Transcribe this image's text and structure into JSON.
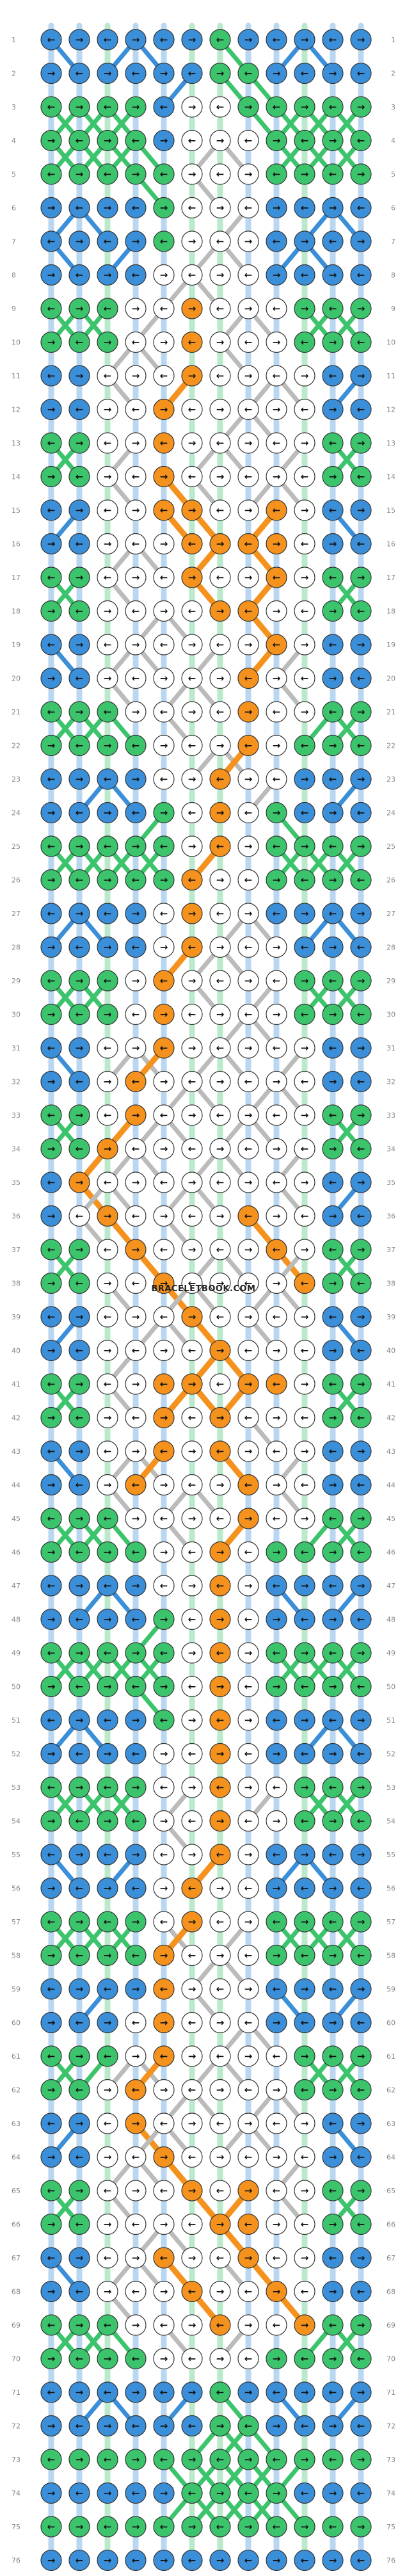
{
  "pattern": {
    "watermark": "BRACELETBOOK.COM",
    "rows": 76,
    "strings": 12,
    "colors": {
      "A": "#3b8fd9",
      "B": "#3cc46d",
      "C": "#ffffff",
      "D": "#f5921e"
    },
    "string_order": [
      "A",
      "A",
      "B",
      "A",
      "A",
      "B",
      "B",
      "A",
      "A",
      "B",
      "A",
      "A"
    ],
    "row_labels": [
      "1",
      "2",
      "3",
      "4",
      "5",
      "6",
      "7",
      "8",
      "9",
      "10",
      "11",
      "12",
      "13",
      "14",
      "15",
      "16",
      "17",
      "18",
      "19",
      "20",
      "21",
      "22",
      "23",
      "24",
      "25",
      "26",
      "27",
      "28",
      "29",
      "30",
      "31",
      "32",
      "33",
      "34",
      "35",
      "36",
      "37",
      "38",
      "39",
      "40",
      "41",
      "42",
      "43",
      "44",
      "45",
      "46",
      "47",
      "48",
      "49",
      "50",
      "51",
      "52",
      "53",
      "54",
      "55",
      "56",
      "57",
      "58",
      "59",
      "60",
      "61",
      "62",
      "63",
      "64",
      "65",
      "66",
      "67",
      "68",
      "69",
      "70",
      "71",
      "72",
      "73",
      "74",
      "75",
      "76"
    ],
    "knot_rows": [
      "AAAAAABAAAAA",
      "AAAAAABBAAAA",
      "BBBBACCBBBBB",
      "BBBBACCCBBBB",
      "BBBBBCCCBBBB",
      "AAAABCCCAAAA",
      "AAAABCCCAAAA",
      "AAAACCCCAAAA",
      "BBBCCDCCCBBB",
      "BBBCCDCCCBBB",
      "AACCCDCCCCAA",
      "AACCDCCCCCAA",
      "BBCCDCCCCCBB",
      "BBCCDCCCCCBB",
      "AACCDDCCDCAA",
      "AACCCDDDDCAA",
      "BBCCCDCCDCBB",
      "BBCCCCDDCCBB",
      "AACCCCCCDCAA",
      "AACCCCCDCCAA",
      "BBBCCCCDCCBB",
      "BBBBCCCDCBBB",
      "AAAACCDCCAAA",
      "AAAABCDCBAAA",
      "BBBBBCDCBBBB",
      "BBBBBDCCBBBB",
      "AAAACDCCAAAA",
      "AAAACDCCCAAA",
      "BBBCDCCCCBBB",
      "BBBCDCCCCBBB",
      "AACCDCCCCCAA",
      "AACDCCCCCCAA",
      "BBCDCCCCCCBB",
      "BBDCCCCCCCBB",
      "ADCCCCCCCCAA",
      "ACDCCCCDCCAA",
      "BBCDCCCCDCBB",
      "BBCCDCCCCDBB",
      "AACCCDCCCCAA",
      "AACCCCDCCCAA",
      "BBCCDDCDDCBB",
      "BBCCDCDCCCBB",
      "AACCDCDCCCAA",
      "AACDCCCDCCAA",
      "BBBCCCCDCCBB",
      "BBBBCCDCBBBB",
      "AAAACCDCAAAA",
      "AAAABCDCAAAA",
      "BBBBBCDCBBBB",
      "BBBBBCDCBBBB",
      "AAAABCDCAAAA",
      "AAAACCDCAAAA",
      "BBBBCCDCCBBB",
      "BBBBCCDCCBBB",
      "AAAACCDCAAAA",
      "AAAACDCCAAAA",
      "BBBBCDCCBBBB",
      "BBBBDCCCBBBB",
      "AAAADCCCAAAA",
      "AAACDCCCAAAA",
      "BBBCDCCCCBBB",
      "BBCDCCCCCBBB",
      "AACDCCCCCCAA",
      "AACCDCCCCCAA",
      "BBCCCDCDCCBB",
      "BBCCCCDDCCBB",
      "AACCDCCDCCAA",
      "AACCCDCCDCAA",
      "BBBCCCDCCDBB",
      "BBBBCCCCBBBB",
      "AAAAAABAAAAA",
      "AAAAAABBAAAA",
      "BBBBBBBBBBBB",
      "AAAAABBBBAAA",
      "BBBBBBBBBBBB",
      "AAAAAAAAAAAA"
    ]
  }
}
